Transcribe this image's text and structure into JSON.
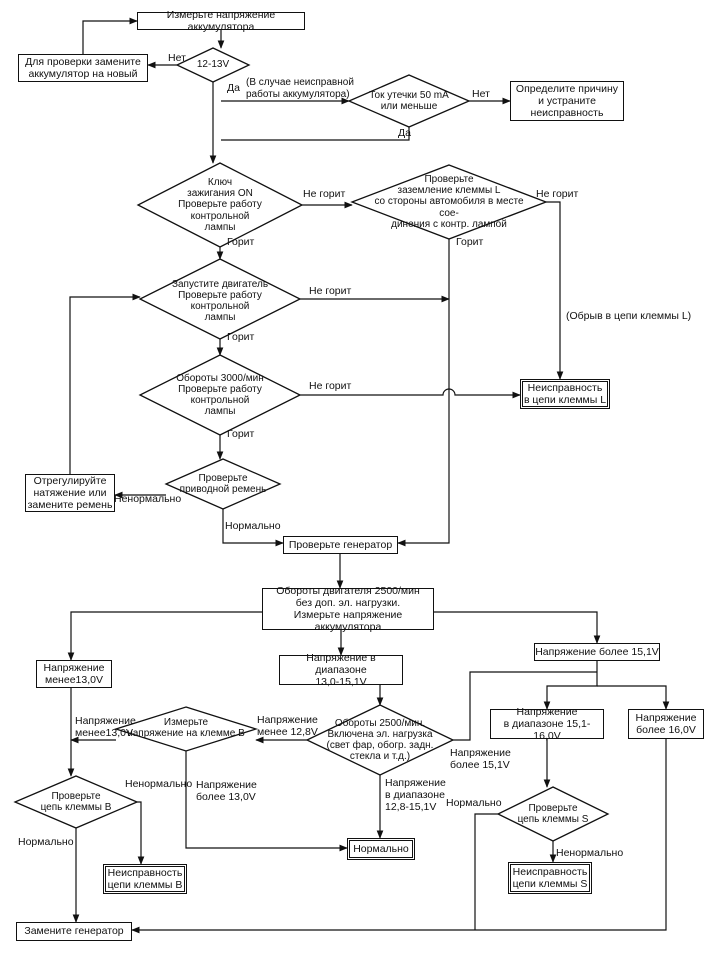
{
  "nodes": {
    "measure_voltage": "Измерьте напряжение аккумулятора",
    "check_12_13": "12-13V",
    "replace_battery": "Для проверки замените\nаккумулятор на новый",
    "leak_current": "Ток утечки 50 mA\nили меньше",
    "find_cause": "Определите причину\nи устраните\nнеисправность",
    "ignition_on": "Ключ\nзажигания ON\nПроверьте работу\nконтрольной\nлампы",
    "check_ground_l": "Проверьте\nзаземление клеммы L\nсо стороны автомобиля в месте сое-\nдинения с контр. лампой",
    "start_engine": "Запустите двигатель\nПроверьте работу\nконтрольной\nлампы",
    "rpm_3000": "Обороты 3000/мин\nПроверьте работу\nконтрольной\nлампы",
    "fault_l": "Неисправность\nв цепи клеммы L",
    "adjust_belt": "Отрегулируйте\nнатяжение или\nзамените ремень",
    "check_belt": "Проверьте\nприводной ремень",
    "check_generator": "Проверьте генератор",
    "rpm_2500_no_load": "Обороты двигателя 2500/мин\nбез доп. эл. нагрузки.\nИзмерьте напряжение аккумулятора",
    "below_13": "Напряжение\nменее13,0V",
    "range_13_15": "Напряжение в диапазоне\n13,0-15,1V",
    "above_15_1": "Напряжение более 15,1V",
    "measure_b": "Измерьте\nнапряжение на клемме В",
    "rpm_2500_load": "Обороты 2500/мин.\nВключена эл. нагрузка\n(свет фар, обогр. задн.\nстекла и т.д.)",
    "range_15_16": "Напряжение\nв диапазоне 15,1-16,0V",
    "above_16": "Напряжение\nболее 16,0V",
    "check_circuit_b": "Проверьте\nцепь клеммы В",
    "normal": "Нормально",
    "check_circuit_s": "Проверьте\nцепь клеммы S",
    "fault_b": "Неисправность\nцепи клеммы В",
    "fault_s": "Неисправность\nцепи клеммы S",
    "replace_generator": "Замените генератор"
  },
  "labels": {
    "net1": "Нет",
    "da1": "Да",
    "battery_note": "(В случае неисправной\nработы аккумулятора)",
    "net2": "Нет",
    "da2": "Да",
    "ne_gorit1": "Не горит",
    "ne_gorit2": "Не горит",
    "gorit1": "Горит",
    "gorit2": "Горит",
    "break_l": "(Обрыв в цепи клеммы L)",
    "ne_gorit3": "Не горит",
    "gorit3": "Горит",
    "ne_gorit4": "Не горит",
    "gorit4": "Горит",
    "abnormal1": "Ненормально",
    "normal1": "Нормально",
    "v_below_13": "Напряжение\nменее13,0V",
    "v_below_12_8": "Напряжение\nменее 12,8V",
    "v_above_15_1": "Напряжение\nболее 15,1V",
    "v_above_13": "Напряжение\nболее 13,0V",
    "v_range_12_8": "Напряжение\nв диапазоне\n12,8-15,1V",
    "abnormal2": "Ненормально",
    "normal2": "Нормально",
    "normal3": "Нормально",
    "abnormal3": "Ненормально"
  }
}
